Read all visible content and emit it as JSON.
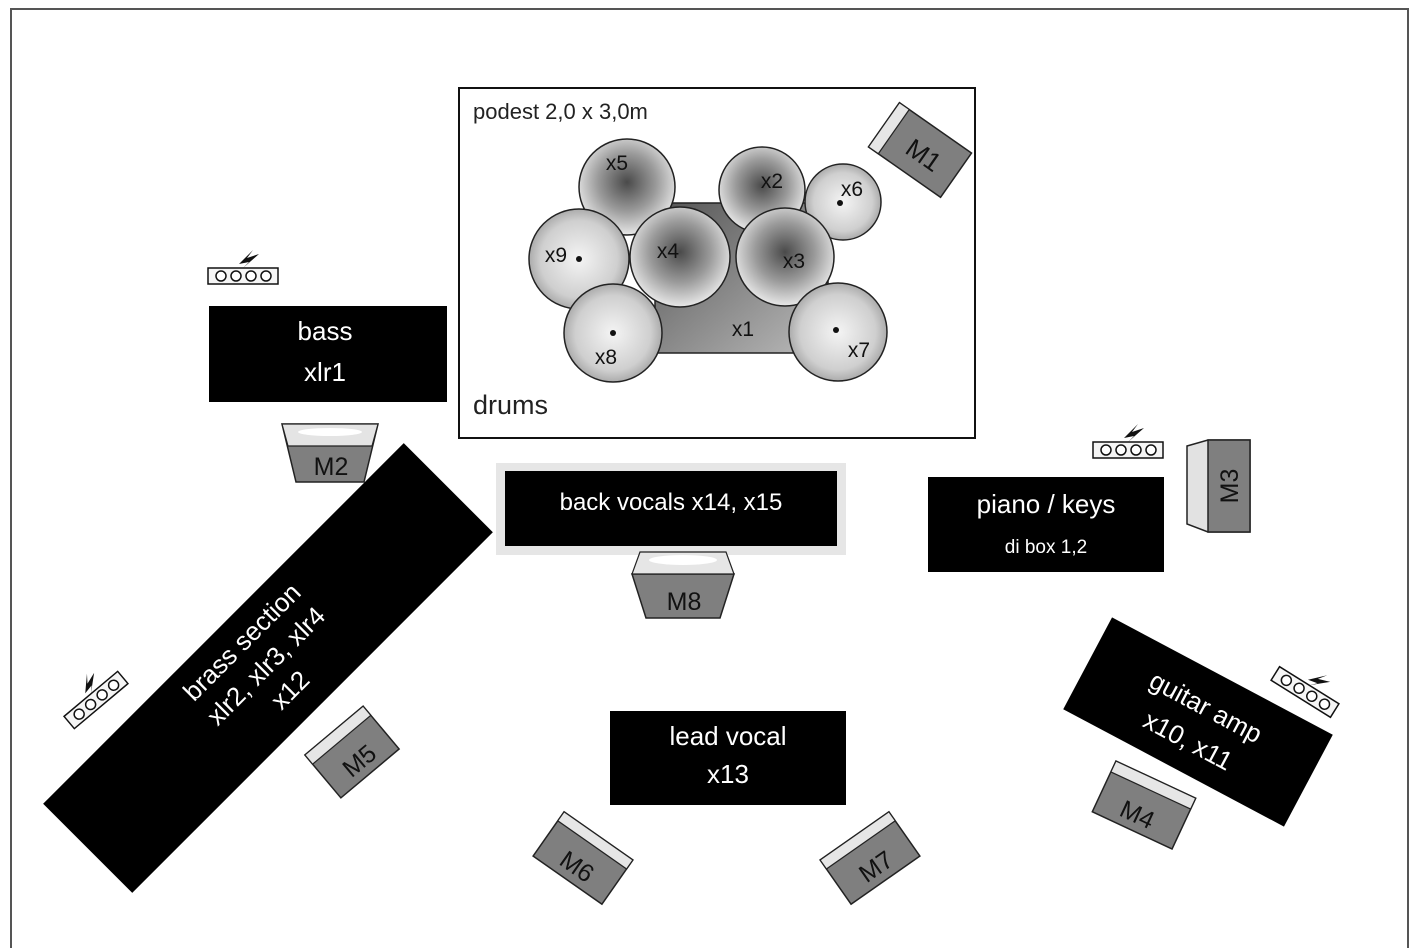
{
  "drums": {
    "podest_label": "podest 2,0 x 3,0m",
    "label": "drums",
    "kit": [
      "x1",
      "x2",
      "x3",
      "x4",
      "x5",
      "x6",
      "x7",
      "x8",
      "x9"
    ]
  },
  "instruments": {
    "bass": {
      "line1": "bass",
      "line2": "xlr1"
    },
    "back_vocals": {
      "line1": "back vocals  x14,  x15"
    },
    "piano": {
      "line1": "piano / keys",
      "line2": "di box 1,2"
    },
    "brass": {
      "line1": "brass section",
      "line2": "xlr2, xlr3, xlr4",
      "line3": "x12"
    },
    "lead_vocal": {
      "line1": "lead vocal",
      "line2": "x13"
    },
    "guitar": {
      "line1": "guitar amp",
      "line2": "x10, x11"
    }
  },
  "monitors": [
    "M1",
    "M2",
    "M3",
    "M4",
    "M5",
    "M6",
    "M7",
    "M8"
  ],
  "power_icon": "power-strip-icon",
  "colors": {
    "riser_fill": "#000000",
    "monitor_fill": "#7f7f7f",
    "text_on_dark": "#ffffff",
    "text": "#222222"
  }
}
